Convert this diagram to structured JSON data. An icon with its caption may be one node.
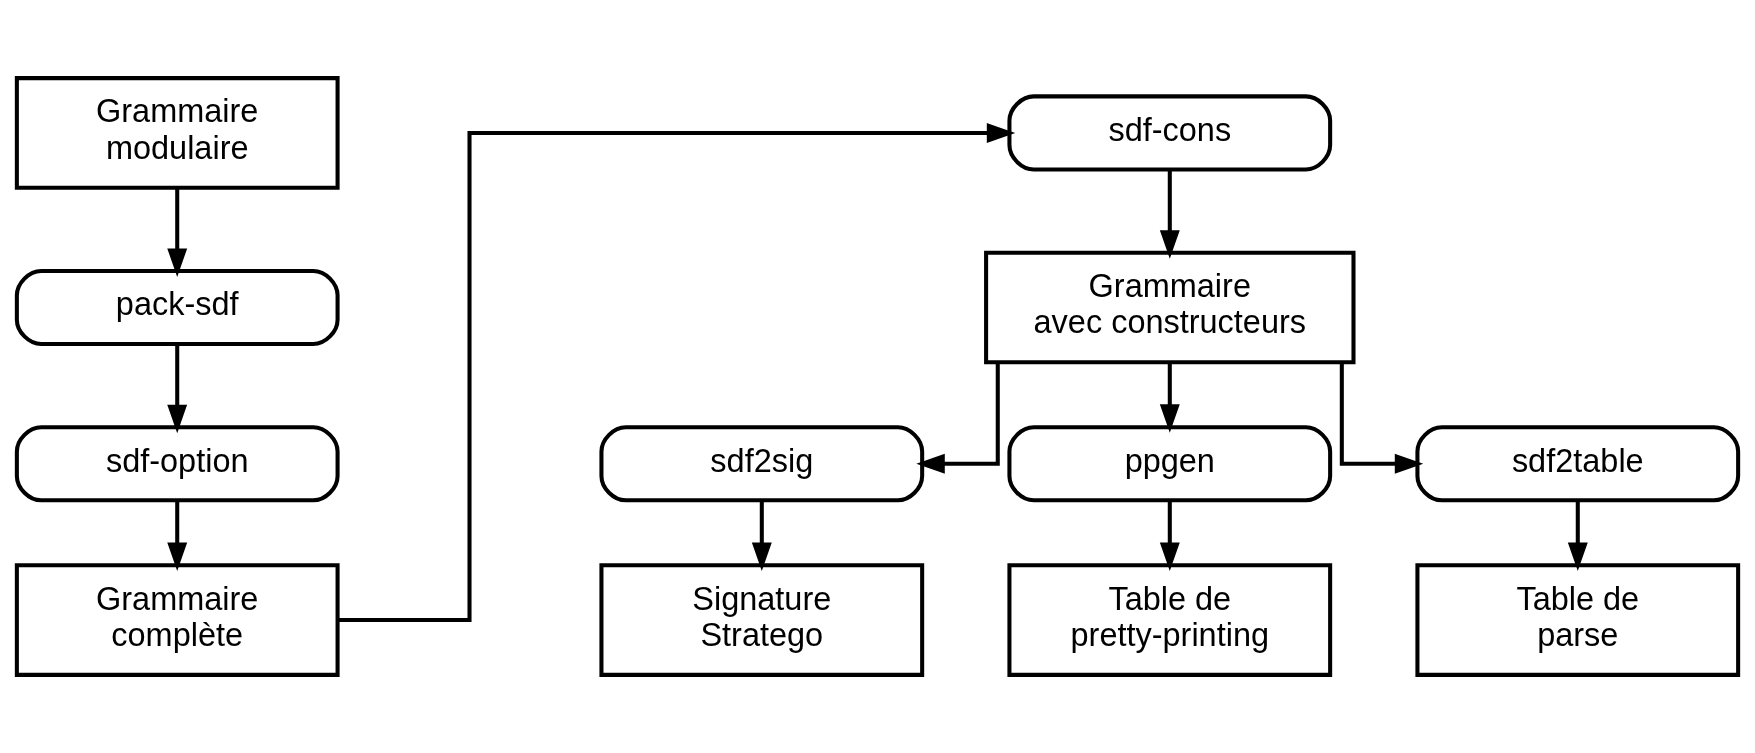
{
  "diagram": {
    "nodes": [
      {
        "text": [
          "Grammaire modulaire"
        ]
      },
      {
        "text": [
          "pack-sdf"
        ]
      },
      {
        "text": [
          "sdf-option"
        ]
      },
      {
        "text": [
          "Grammaire complète"
        ]
      },
      {
        "text": [
          "sdf-cons"
        ]
      },
      {
        "text": [
          "Grammaire avec constructeurs"
        ]
      },
      {
        "text": [
          "sdf2sig"
        ]
      },
      {
        "text": [
          "ppgen"
        ]
      },
      {
        "text": [
          "sdf2table"
        ]
      },
      {
        "text": [
          "Signature Stratego"
        ]
      },
      {
        "text": [
          "Table de pretty-printing"
        ]
      },
      {
        "text": [
          "Table de parse"
        ]
      }
    ],
    "edges": [
      {
        "from": 0,
        "to": 1,
        "arrow": "to"
      },
      {
        "from": 1,
        "to": 2,
        "arrow": "to"
      },
      {
        "from": 2,
        "to": 3,
        "arrow": "to"
      },
      {
        "from": 3,
        "to": 4,
        "arrow": "to"
      },
      {
        "from": 4,
        "to": 5,
        "arrow": "to"
      },
      {
        "from": 5,
        "to": 6,
        "arrow": "to"
      },
      {
        "from": 5,
        "to": 7,
        "arrow": "to"
      },
      {
        "from": 5,
        "to": 8,
        "arrow": "to"
      },
      {
        "from": 6,
        "to": 9,
        "arrow": "to"
      },
      {
        "from": 7,
        "to": 10,
        "arrow": "to"
      },
      {
        "from": 8,
        "to": 11,
        "arrow": "to"
      }
    ]
  }
}
